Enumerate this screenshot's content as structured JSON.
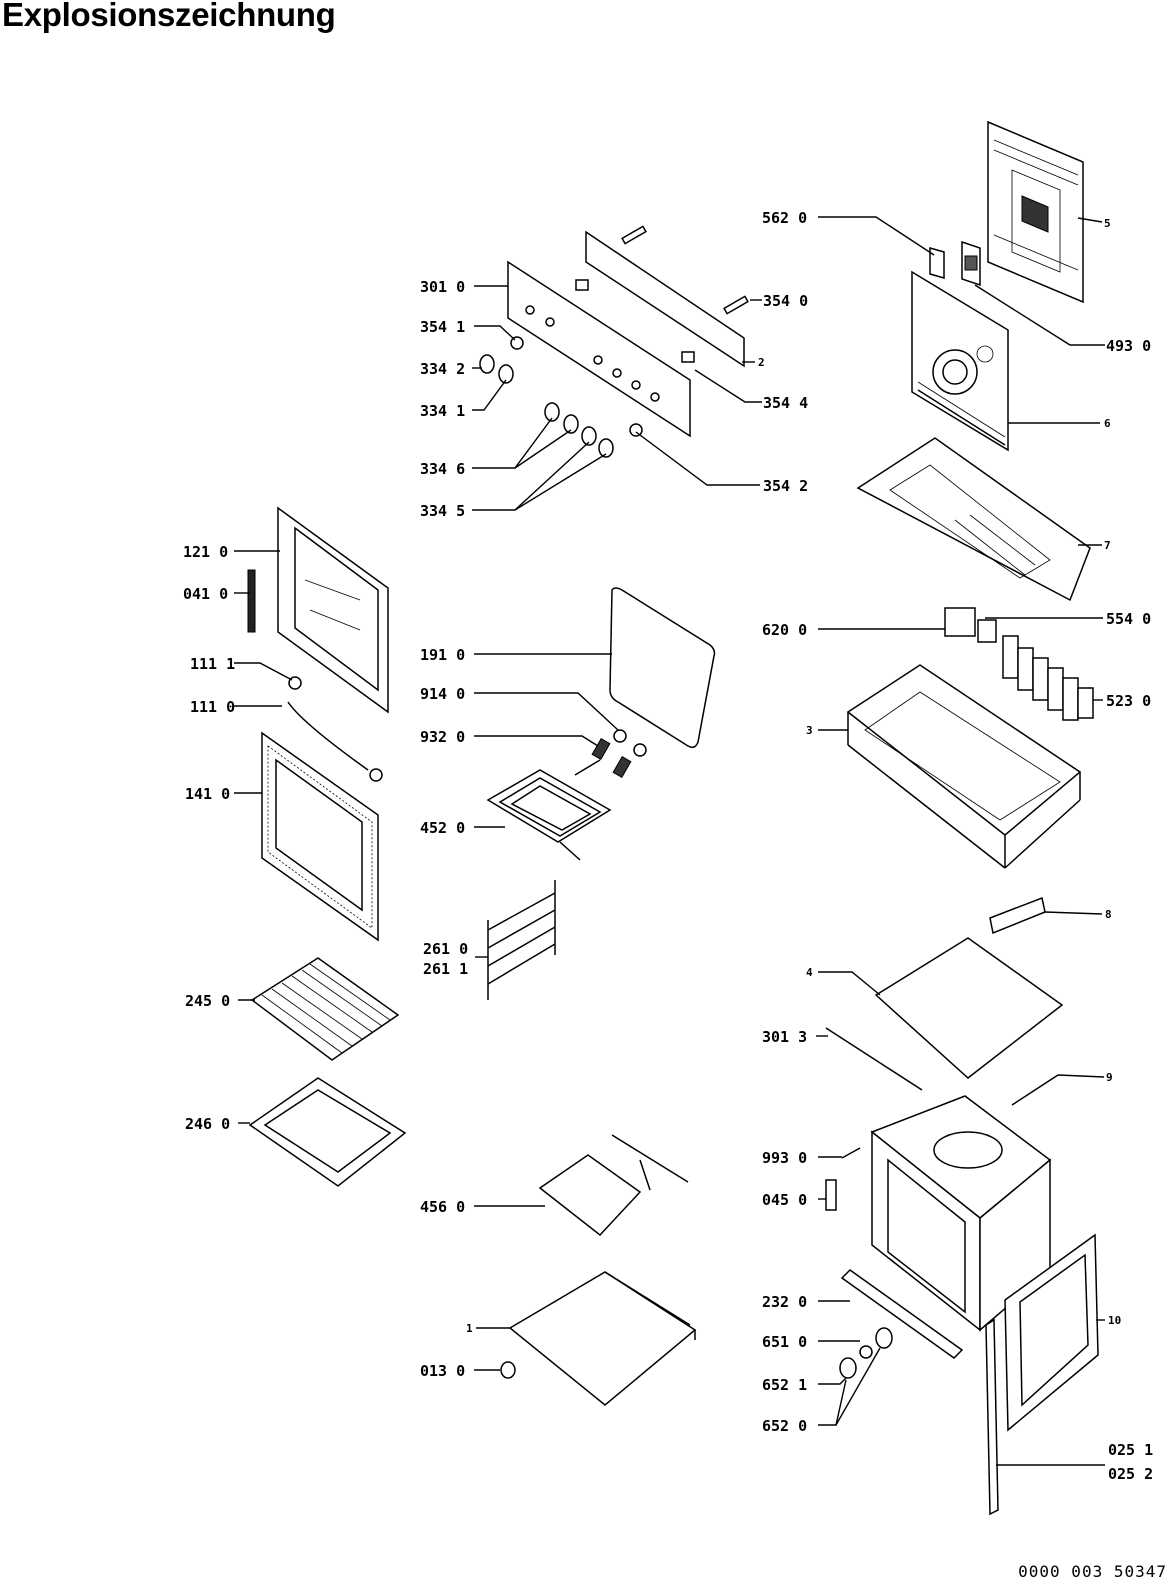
{
  "title": "Explosionszeichnung",
  "footer_code": "0000 003 50347",
  "labels": [
    {
      "id": "562-0",
      "text": "562 0"
    },
    {
      "id": "5",
      "text": "5"
    },
    {
      "id": "301-0",
      "text": "301 0"
    },
    {
      "id": "354-0",
      "text": "354 0"
    },
    {
      "id": "354-1",
      "text": "354 1"
    },
    {
      "id": "493-0",
      "text": "493 0"
    },
    {
      "id": "334-2",
      "text": "334 2"
    },
    {
      "id": "2",
      "text": "2"
    },
    {
      "id": "334-1",
      "text": "334 1"
    },
    {
      "id": "354-4",
      "text": "354 4"
    },
    {
      "id": "6",
      "text": "6"
    },
    {
      "id": "334-6",
      "text": "334 6"
    },
    {
      "id": "354-2",
      "text": "354 2"
    },
    {
      "id": "334-5",
      "text": "334 5"
    },
    {
      "id": "121-0",
      "text": "121 0"
    },
    {
      "id": "7",
      "text": "7"
    },
    {
      "id": "041-0",
      "text": "041 0"
    },
    {
      "id": "620-0",
      "text": "620 0"
    },
    {
      "id": "554-0",
      "text": "554 0"
    },
    {
      "id": "191-0",
      "text": "191 0"
    },
    {
      "id": "111-1",
      "text": "111 1"
    },
    {
      "id": "914-0",
      "text": "914 0"
    },
    {
      "id": "523-0",
      "text": "523 0"
    },
    {
      "id": "111-0",
      "text": "111 0"
    },
    {
      "id": "932-0",
      "text": "932 0"
    },
    {
      "id": "3",
      "text": "3"
    },
    {
      "id": "141-0",
      "text": "141 0"
    },
    {
      "id": "452-0",
      "text": "452 0"
    },
    {
      "id": "8",
      "text": "8"
    },
    {
      "id": "261-0",
      "text": "261 0"
    },
    {
      "id": "261-1",
      "text": "261 1"
    },
    {
      "id": "4",
      "text": "4"
    },
    {
      "id": "245-0",
      "text": "245 0"
    },
    {
      "id": "301-3",
      "text": "301 3"
    },
    {
      "id": "9",
      "text": "9"
    },
    {
      "id": "246-0",
      "text": "246 0"
    },
    {
      "id": "993-0",
      "text": "993 0"
    },
    {
      "id": "045-0",
      "text": "045 0"
    },
    {
      "id": "456-0",
      "text": "456 0"
    },
    {
      "id": "232-0",
      "text": "232 0"
    },
    {
      "id": "10",
      "text": "10"
    },
    {
      "id": "1",
      "text": "1"
    },
    {
      "id": "651-0",
      "text": "651 0"
    },
    {
      "id": "013-0",
      "text": "013 0"
    },
    {
      "id": "652-1",
      "text": "652 1"
    },
    {
      "id": "652-0",
      "text": "652 0"
    },
    {
      "id": "025-1",
      "text": "025 1"
    },
    {
      "id": "025-2",
      "text": "025 2"
    }
  ]
}
